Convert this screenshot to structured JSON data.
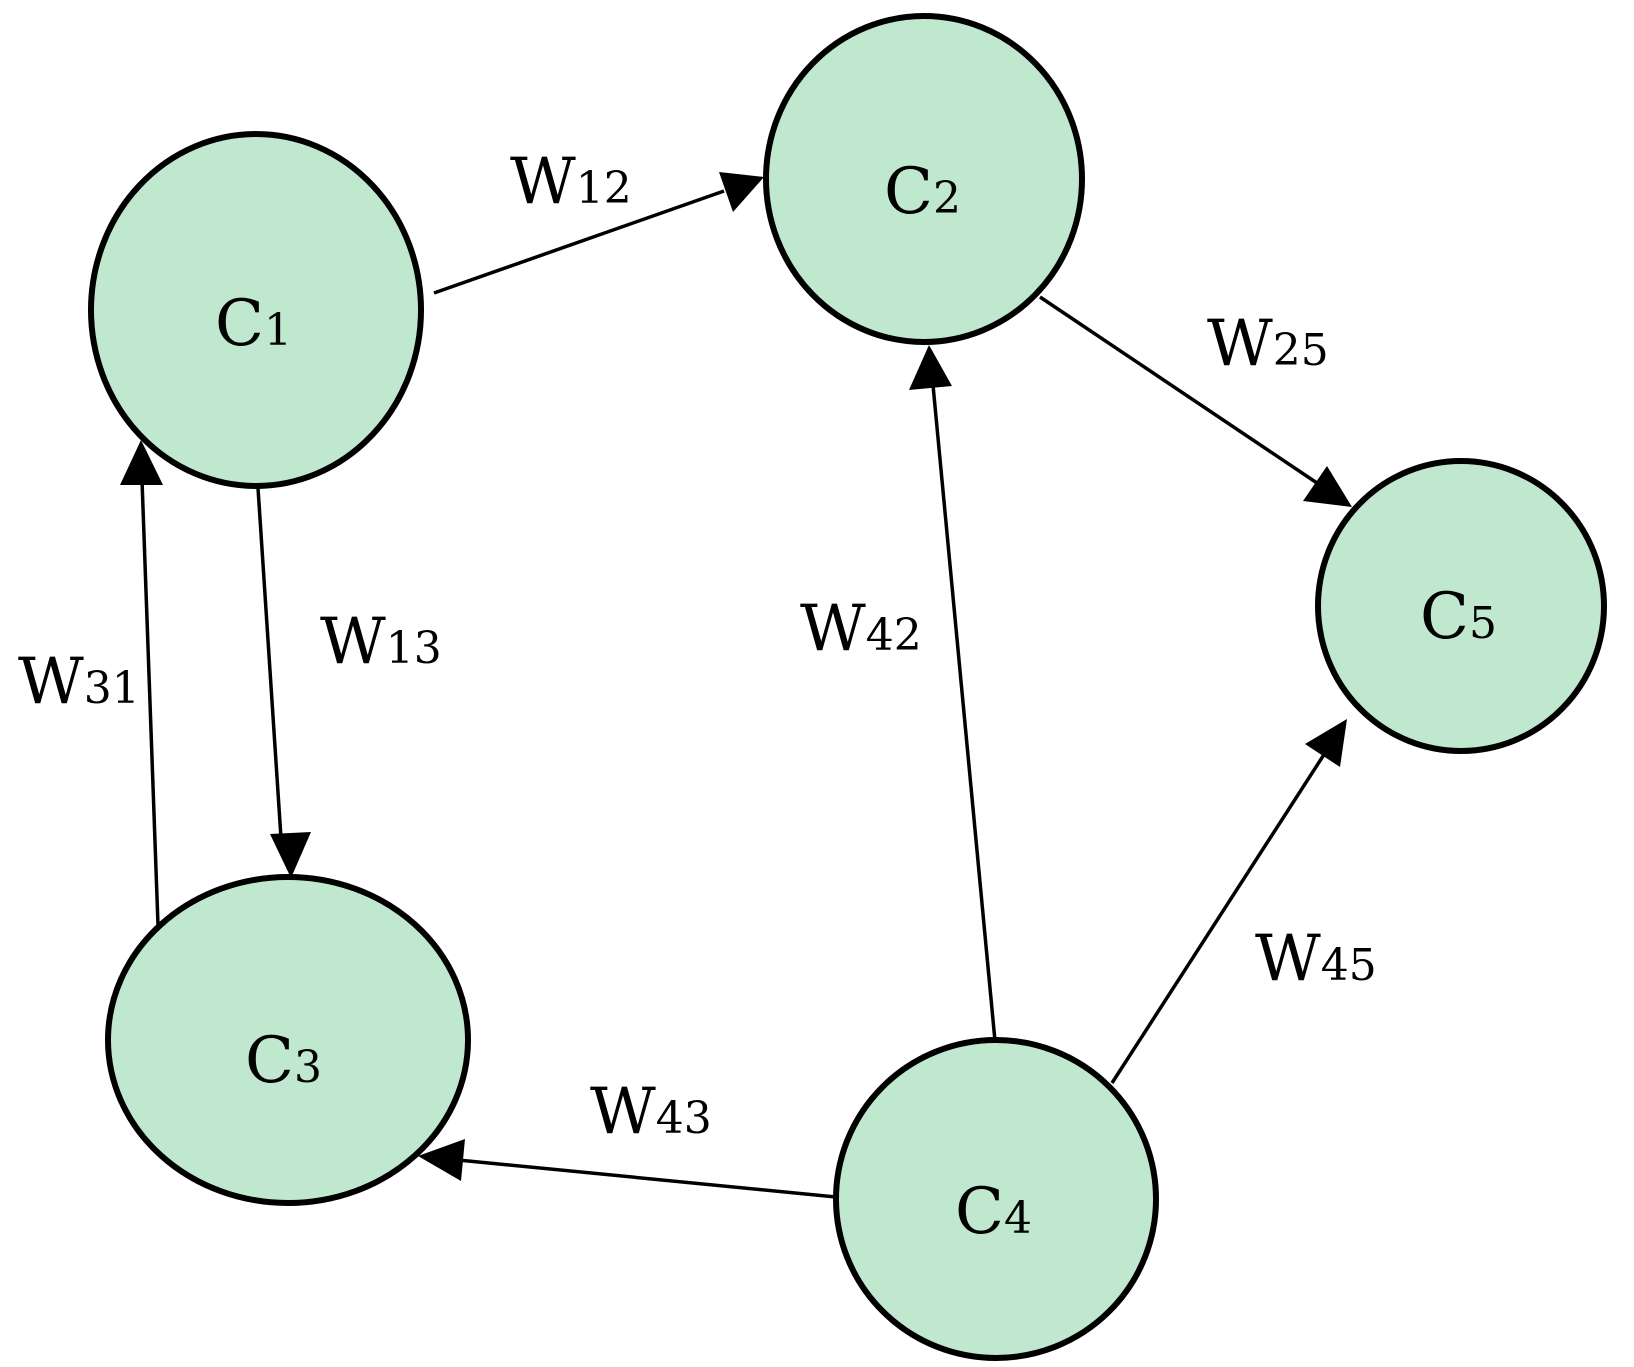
{
  "diagram": {
    "nodes": [
      {
        "id": "c1",
        "symbol": "C",
        "index": "1"
      },
      {
        "id": "c2",
        "symbol": "C",
        "index": "2"
      },
      {
        "id": "c3",
        "symbol": "C",
        "index": "3"
      },
      {
        "id": "c4",
        "symbol": "C",
        "index": "4"
      },
      {
        "id": "c5",
        "symbol": "C",
        "index": "5"
      }
    ],
    "edges": [
      {
        "id": "w12",
        "from": "c1",
        "to": "c2",
        "symbol": "W",
        "index": "12"
      },
      {
        "id": "w13",
        "from": "c1",
        "to": "c3",
        "symbol": "W",
        "index": "13"
      },
      {
        "id": "w31",
        "from": "c3",
        "to": "c1",
        "symbol": "W",
        "index": "31"
      },
      {
        "id": "w25",
        "from": "c2",
        "to": "c5",
        "symbol": "W",
        "index": "25"
      },
      {
        "id": "w42",
        "from": "c4",
        "to": "c2",
        "symbol": "W",
        "index": "42"
      },
      {
        "id": "w43",
        "from": "c4",
        "to": "c3",
        "symbol": "W",
        "index": "43"
      },
      {
        "id": "w45",
        "from": "c4",
        "to": "c5",
        "symbol": "W",
        "index": "45"
      }
    ],
    "colors": {
      "node_fill": "#c0e8cf",
      "stroke": "#000000"
    }
  }
}
